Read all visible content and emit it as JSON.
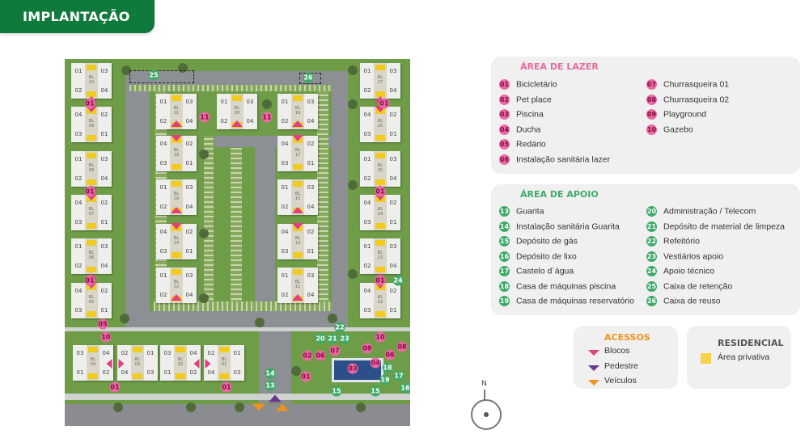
{
  "header": {
    "title": "IMPLANTAÇÃO"
  },
  "colors": {
    "brand": "#0f7a3c",
    "lazer": "#e76aa1",
    "apoio": "#3daa68",
    "acessos": "#f0921e",
    "privativa": "#f6d24a"
  },
  "lazer": {
    "title": "ÁREA DE LAZER",
    "items": [
      {
        "n": "01",
        "label": "Bicicletário"
      },
      {
        "n": "02",
        "label": "Pet place"
      },
      {
        "n": "03",
        "label": "Piscina"
      },
      {
        "n": "04",
        "label": "Ducha"
      },
      {
        "n": "05",
        "label": "Redário"
      },
      {
        "n": "06",
        "label": "Instalação sanitária lazer"
      },
      {
        "n": "07",
        "label": "Churrasqueira 01"
      },
      {
        "n": "08",
        "label": "Churrasqueira 02"
      },
      {
        "n": "09",
        "label": "Playground"
      },
      {
        "n": "10",
        "label": "Gazebo"
      }
    ]
  },
  "apoio": {
    "title": "ÁREA DE APOIO",
    "items": [
      {
        "n": "13",
        "label": "Guarita"
      },
      {
        "n": "14",
        "label": "Instalação sanitária Guarita"
      },
      {
        "n": "15",
        "label": "Depósito de gás"
      },
      {
        "n": "16",
        "label": "Depósito de lixo"
      },
      {
        "n": "17",
        "label": "Castelo d´água"
      },
      {
        "n": "18",
        "label": "Casa de máquinas piscina"
      },
      {
        "n": "19",
        "label": "Casa de máquinas reservatório"
      },
      {
        "n": "20",
        "label": "Administração / Telecom"
      },
      {
        "n": "21",
        "label": "Depósito de material de limpeza"
      },
      {
        "n": "22",
        "label": "Refeitório"
      },
      {
        "n": "23",
        "label": "Vestiários apoio"
      },
      {
        "n": "24",
        "label": "Apoio técnico"
      },
      {
        "n": "25",
        "label": "Caixa de retenção"
      },
      {
        "n": "26",
        "label": "Caixa de reuso"
      }
    ]
  },
  "acessos": {
    "title": "ACESSOS",
    "items": [
      {
        "label": "Blocos",
        "color": "#e0407f"
      },
      {
        "label": "Pedestre",
        "color": "#6b3a8f"
      },
      {
        "label": "Veículos",
        "color": "#f0921e"
      }
    ]
  },
  "residencial": {
    "title": "RESIDENCIAL",
    "item": "Área privativa"
  },
  "compass": {
    "label": "N"
  },
  "blocks": [
    {
      "bl": "10",
      "units": [
        "01",
        "03",
        "02",
        "04"
      ]
    },
    {
      "bl": "09",
      "units": [
        "04",
        "02",
        "03",
        "01"
      ]
    },
    {
      "bl": "08",
      "units": [
        "01",
        "03",
        "02",
        "04"
      ]
    },
    {
      "bl": "07",
      "units": [
        "04",
        "02",
        "03",
        "01"
      ]
    },
    {
      "bl": "06",
      "units": [
        "01",
        "03",
        "02",
        "04"
      ]
    },
    {
      "bl": "05",
      "units": [
        "04",
        "02",
        "03",
        "01"
      ]
    },
    {
      "bl": "21",
      "units": [
        "01",
        "03",
        "02",
        "04"
      ]
    },
    {
      "bl": "18",
      "units": [
        "04",
        "02",
        "03",
        "01"
      ]
    },
    {
      "bl": "16",
      "units": [
        "01",
        "03",
        "02",
        "04"
      ]
    },
    {
      "bl": "14",
      "units": [
        "04",
        "02",
        "03",
        "01"
      ]
    },
    {
      "bl": "12",
      "units": [
        "01",
        "03",
        "02",
        "04"
      ]
    },
    {
      "bl": "20",
      "units": [
        "01",
        "03",
        "02",
        "04"
      ]
    },
    {
      "bl": "19",
      "units": [
        "01",
        "03",
        "02",
        "04"
      ]
    },
    {
      "bl": "17",
      "units": [
        "04",
        "02",
        "03",
        "01"
      ]
    },
    {
      "bl": "15",
      "units": [
        "01",
        "03",
        "02",
        "04"
      ]
    },
    {
      "bl": "13",
      "units": [
        "04",
        "02",
        "03",
        "01"
      ]
    },
    {
      "bl": "11",
      "units": [
        "01",
        "03",
        "02",
        "04"
      ]
    },
    {
      "bl": "27",
      "units": [
        "01",
        "03",
        "02",
        "04"
      ]
    },
    {
      "bl": "26",
      "units": [
        "04",
        "02",
        "03",
        "01"
      ]
    },
    {
      "bl": "25",
      "units": [
        "01",
        "03",
        "02",
        "04"
      ]
    },
    {
      "bl": "24",
      "units": [
        "04",
        "02",
        "03",
        "01"
      ]
    },
    {
      "bl": "23",
      "units": [
        "01",
        "03",
        "02",
        "04"
      ]
    },
    {
      "bl": "22",
      "units": [
        "04",
        "02",
        "03",
        "01"
      ]
    },
    {
      "bl": "04",
      "units": [
        "03",
        "04",
        "01",
        "02"
      ]
    },
    {
      "bl": "03",
      "units": [
        "02",
        "01",
        "04",
        "03"
      ]
    },
    {
      "bl": "02",
      "units": [
        "03",
        "04",
        "01",
        "02"
      ]
    },
    {
      "bl": "01",
      "units": [
        "02",
        "01",
        "04",
        "03"
      ]
    }
  ],
  "markers": [
    {
      "t": "p",
      "n": "01"
    },
    {
      "t": "p",
      "n": "01"
    },
    {
      "t": "p",
      "n": "01"
    },
    {
      "t": "p",
      "n": "01"
    },
    {
      "t": "p",
      "n": "01"
    },
    {
      "t": "p",
      "n": "01"
    },
    {
      "t": "p",
      "n": "01"
    },
    {
      "t": "p",
      "n": "01"
    },
    {
      "t": "p",
      "n": "11"
    },
    {
      "t": "p",
      "n": "11"
    },
    {
      "t": "p",
      "n": "05"
    },
    {
      "t": "p",
      "n": "10"
    },
    {
      "t": "p",
      "n": "10"
    },
    {
      "t": "p",
      "n": "02"
    },
    {
      "t": "p",
      "n": "06"
    },
    {
      "t": "p",
      "n": "07"
    },
    {
      "t": "p",
      "n": "09"
    },
    {
      "t": "p",
      "n": "08"
    },
    {
      "t": "p",
      "n": "06"
    },
    {
      "t": "p",
      "n": "04"
    },
    {
      "t": "p",
      "n": "03"
    },
    {
      "t": "p",
      "n": "01"
    },
    {
      "t": "g",
      "n": "25"
    },
    {
      "t": "g",
      "n": "26"
    },
    {
      "t": "g",
      "n": "20"
    },
    {
      "t": "g",
      "n": "21"
    },
    {
      "t": "g",
      "n": "22"
    },
    {
      "t": "g",
      "n": "23"
    },
    {
      "t": "g",
      "n": "24"
    },
    {
      "t": "g",
      "n": "14"
    },
    {
      "t": "g",
      "n": "13"
    },
    {
      "t": "g",
      "n": "15"
    },
    {
      "t": "g",
      "n": "15"
    },
    {
      "t": "g",
      "n": "16"
    },
    {
      "t": "g",
      "n": "17"
    },
    {
      "t": "g",
      "n": "18"
    },
    {
      "t": "g",
      "n": "19"
    }
  ]
}
